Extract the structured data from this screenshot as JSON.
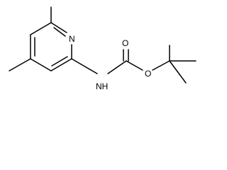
{
  "molecule": {
    "atoms": {
      "ring_nitrogen": "N",
      "amide_nh": "NH",
      "carbonyl_oxygen": "O",
      "ester_oxygen": "O"
    }
  }
}
